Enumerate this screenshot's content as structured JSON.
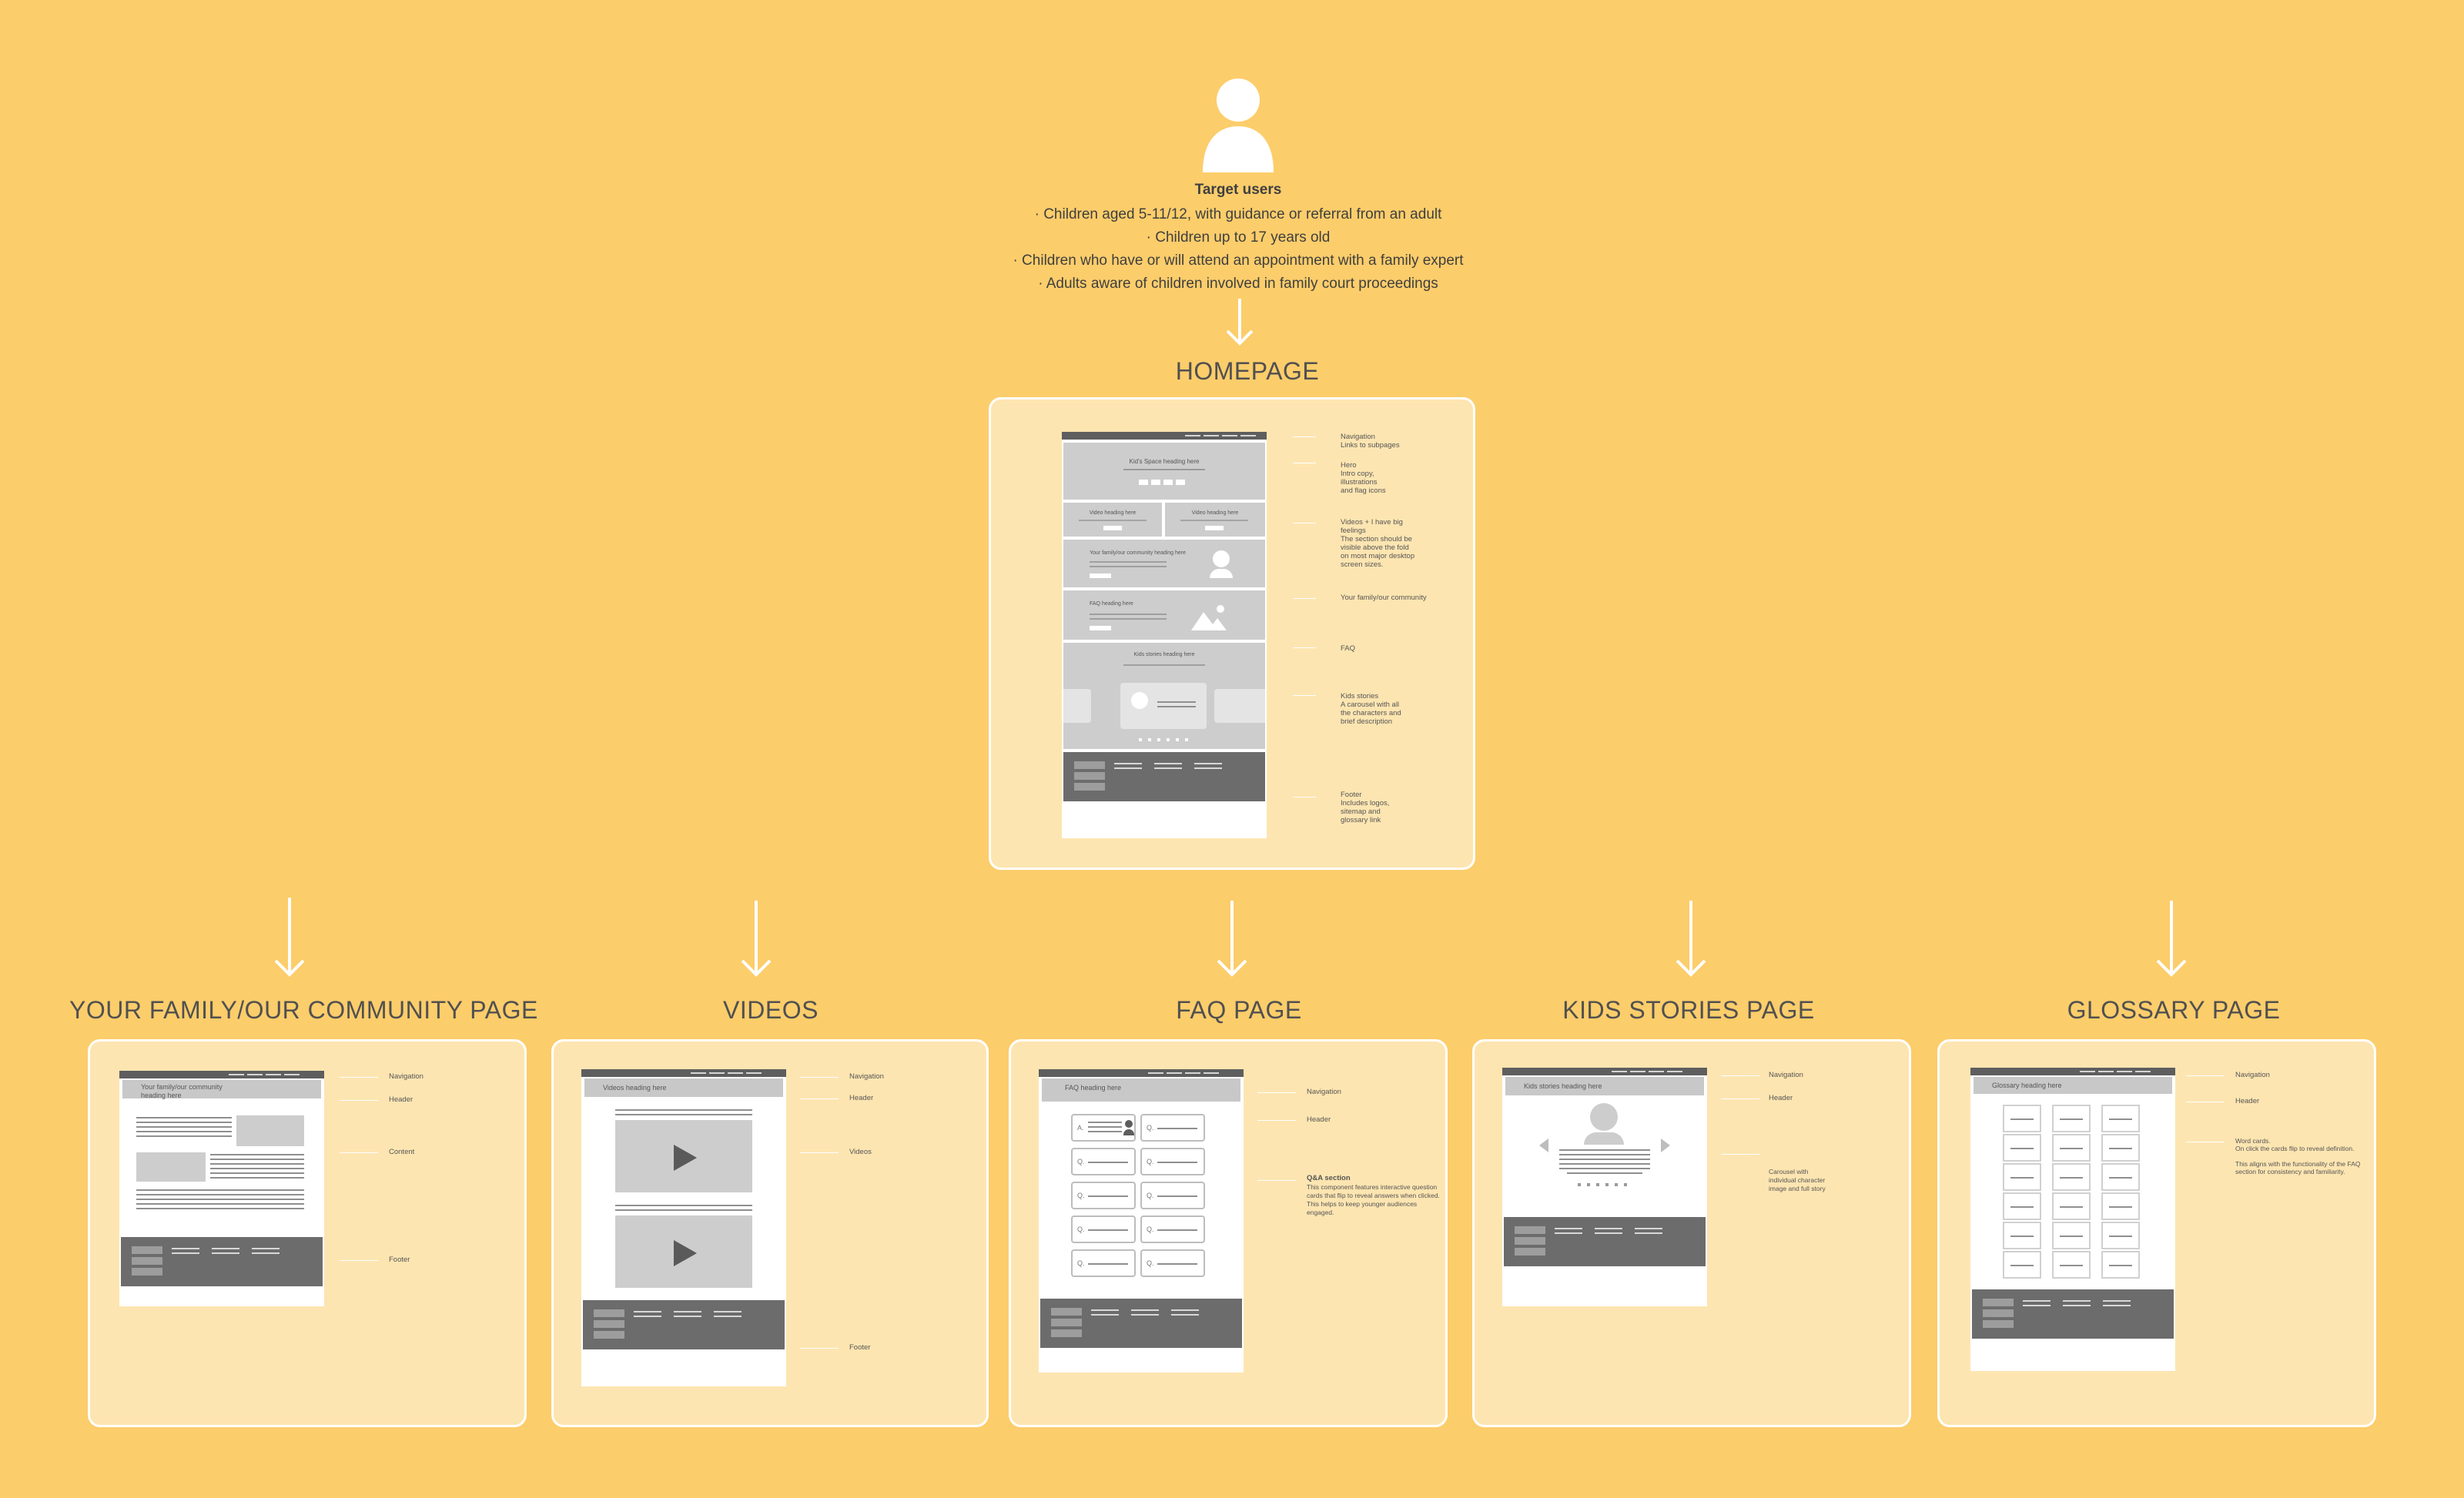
{
  "target": {
    "title": "Target users",
    "lines": [
      "· Children aged 5-11/12, with guidance or referral from an adult",
      "· Children up to 17 years old",
      "· Children who have or will attend an appointment with a family expert",
      "· Adults aware of children involved in family court proceedings"
    ]
  },
  "homepage": {
    "title": "HOMEPAGE",
    "hero_heading": "Kid's Space heading here",
    "video_heading_1": "Video heading here",
    "video_heading_2": "Video heading here",
    "family_heading": "Your family/our community heading here",
    "faq_heading": "FAQ heading here",
    "stories_heading": "Kids stories heading here",
    "annotations": {
      "nav": "Navigation\nLinks to subpages",
      "hero": "Hero\nIntro copy,\nillustrations\nand flag icons",
      "videos": "Videos + I have big\nfeelings\nThe section should be\nvisible above the fold\non most major desktop\nscreen sizes.",
      "family": "Your family/our community",
      "faq": "FAQ",
      "stories": "Kids stories\nA carousel with all\nthe characters and\nbrief description",
      "footer": "Footer\nIncludes logos,\nsitemap and\nglossary link"
    }
  },
  "pages": {
    "family": {
      "title": "YOUR FAMILY/OUR COMMUNITY PAGE",
      "header_text": "Your family/our community\nheading here",
      "ann_nav": "Navigation",
      "ann_header": "Header",
      "ann_content": "Content",
      "ann_footer": "Footer"
    },
    "videos": {
      "title": "VIDEOS",
      "header_text": "Videos heading here",
      "ann_nav": "Navigation",
      "ann_header": "Header",
      "ann_videos": "Videos",
      "ann_footer": "Footer"
    },
    "faq": {
      "title": "FAQ PAGE",
      "header_text": "FAQ heading here",
      "ann_nav": "Navigation",
      "ann_header": "Header",
      "ann_qa_title": "Q&A section",
      "ann_qa_body": "This component features interactive question\ncards that flip to reveal answers when clicked.\nThis helps to keep younger audiences\nengaged.",
      "q_label": "Q.",
      "a_label": "A."
    },
    "stories": {
      "title": "KIDS STORIES PAGE",
      "header_text": "Kids stories heading here",
      "ann_nav": "Navigation",
      "ann_header": "Header",
      "ann_carousel": "Carousel with\nindividual character\nimage and full story"
    },
    "glossary": {
      "title": "GLOSSARY PAGE",
      "header_text": "Glossary heading here",
      "ann_nav": "Navigation",
      "ann_header": "Header",
      "ann_cards": "Word cards.\nOn click the cards flip to reveal definition.\n\nThis aligns with the functionality of the FAQ\nsection for consistency and familiarity."
    }
  },
  "colors": {
    "background": "#FCCD6B",
    "panel": "#FDE5B1",
    "border": "#FFFFFF",
    "footer": "#6C6C6C"
  }
}
